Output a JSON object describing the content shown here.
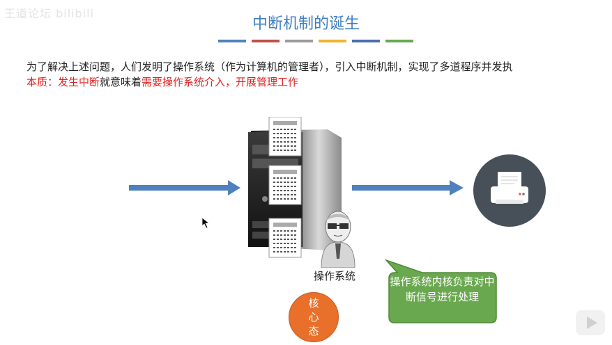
{
  "watermark": "王道论坛 bilibili",
  "slide": {
    "title": "中断机制的诞生",
    "strip_colors": [
      "#4f81bd",
      "#c0504d",
      "#9b9b9b",
      "#f2b233",
      "#4a6eb0",
      "#6aa84f"
    ],
    "line1": "为了解决上述问题，人们发明了操作系统（作为计算机的管理者），引入中断机制，实现了多道程序并发执",
    "line2": {
      "part1": "本质：发生中断",
      "part2": "就意味着",
      "part3": "需要操作系统介入，开展管理工作"
    }
  },
  "diagram": {
    "os_label": "操作系统",
    "bubble_text": "操作系统内核负责对中断信号进行处理",
    "kernel_label": [
      "核",
      "心",
      "态"
    ],
    "icons": {
      "server": "server-icon",
      "document": "document-icon",
      "person": "person-icon",
      "printer": "printer-icon",
      "arrow": "arrow-right-icon"
    },
    "colors": {
      "arrow": "#4f81bd",
      "bubble": "#6aa84f",
      "kernel": "#e8702b",
      "printer_bg": "#475059"
    }
  }
}
